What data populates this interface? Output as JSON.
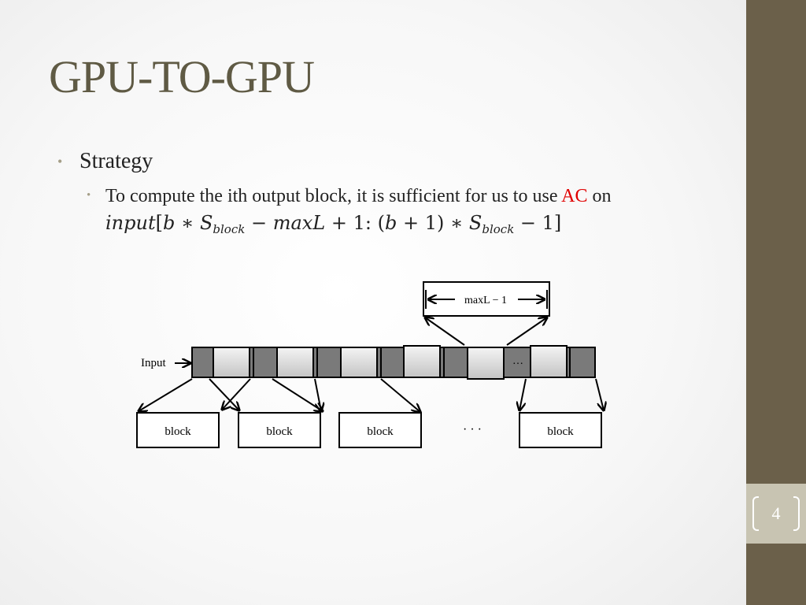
{
  "slide": {
    "title": "GPU-TO-GPU",
    "page_number": "4",
    "bullets": [
      {
        "text": "Strategy",
        "sub": [
          {
            "text_before": "To compute the ith output block, it is sufficient for us to use ",
            "highlight": "AC",
            "text_after": " on",
            "formula": {
              "var": "input",
              "open": "[",
              "b1": "b",
              "op1": " ∗ ",
              "s1": "S",
              "sub1": "block",
              "minus": " − ",
              "maxL": "maxL",
              "plus": " + ",
              "one1": "1: (",
              "b2": "b",
              "plus2": " + 1) ∗ ",
              "s2": "S",
              "sub2": "block",
              "tail": " − 1]"
            }
          }
        ]
      }
    ]
  },
  "diagram": {
    "input_label": "Input",
    "range_label": "maxL − 1",
    "ellipsis_top": "…",
    "ellipsis_bottom": "· · ·",
    "block_labels": [
      "block",
      "block",
      "block",
      "block"
    ]
  },
  "colors": {
    "title": "#5f5a44",
    "sidebar": "#6b604a",
    "page_box": "#c8c4b2",
    "highlight": "#e00000",
    "bullet": "#a59f88",
    "dark_cell": "#7a7a7a"
  }
}
